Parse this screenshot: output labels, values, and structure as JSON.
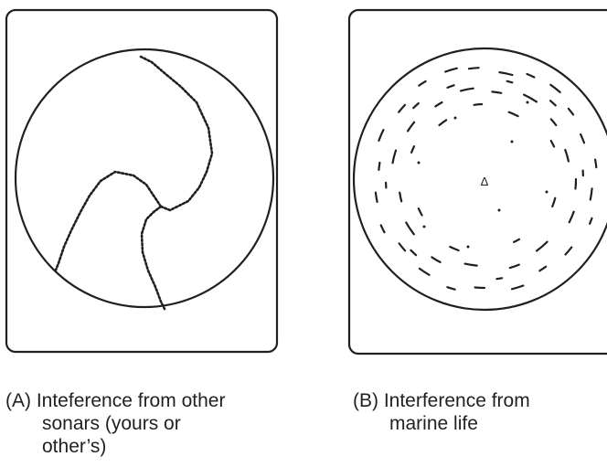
{
  "panels": [
    {
      "id": "A",
      "caption_lines": [
        "(A) Inteference from other",
        "sonars (yours or",
        "other’s)"
      ]
    },
    {
      "id": "B",
      "center_marker": "Δ",
      "caption_lines": [
        "(B) Interference from",
        "marine life"
      ]
    }
  ],
  "colors": {
    "ink": "#231f20",
    "background": "#ffffff"
  }
}
